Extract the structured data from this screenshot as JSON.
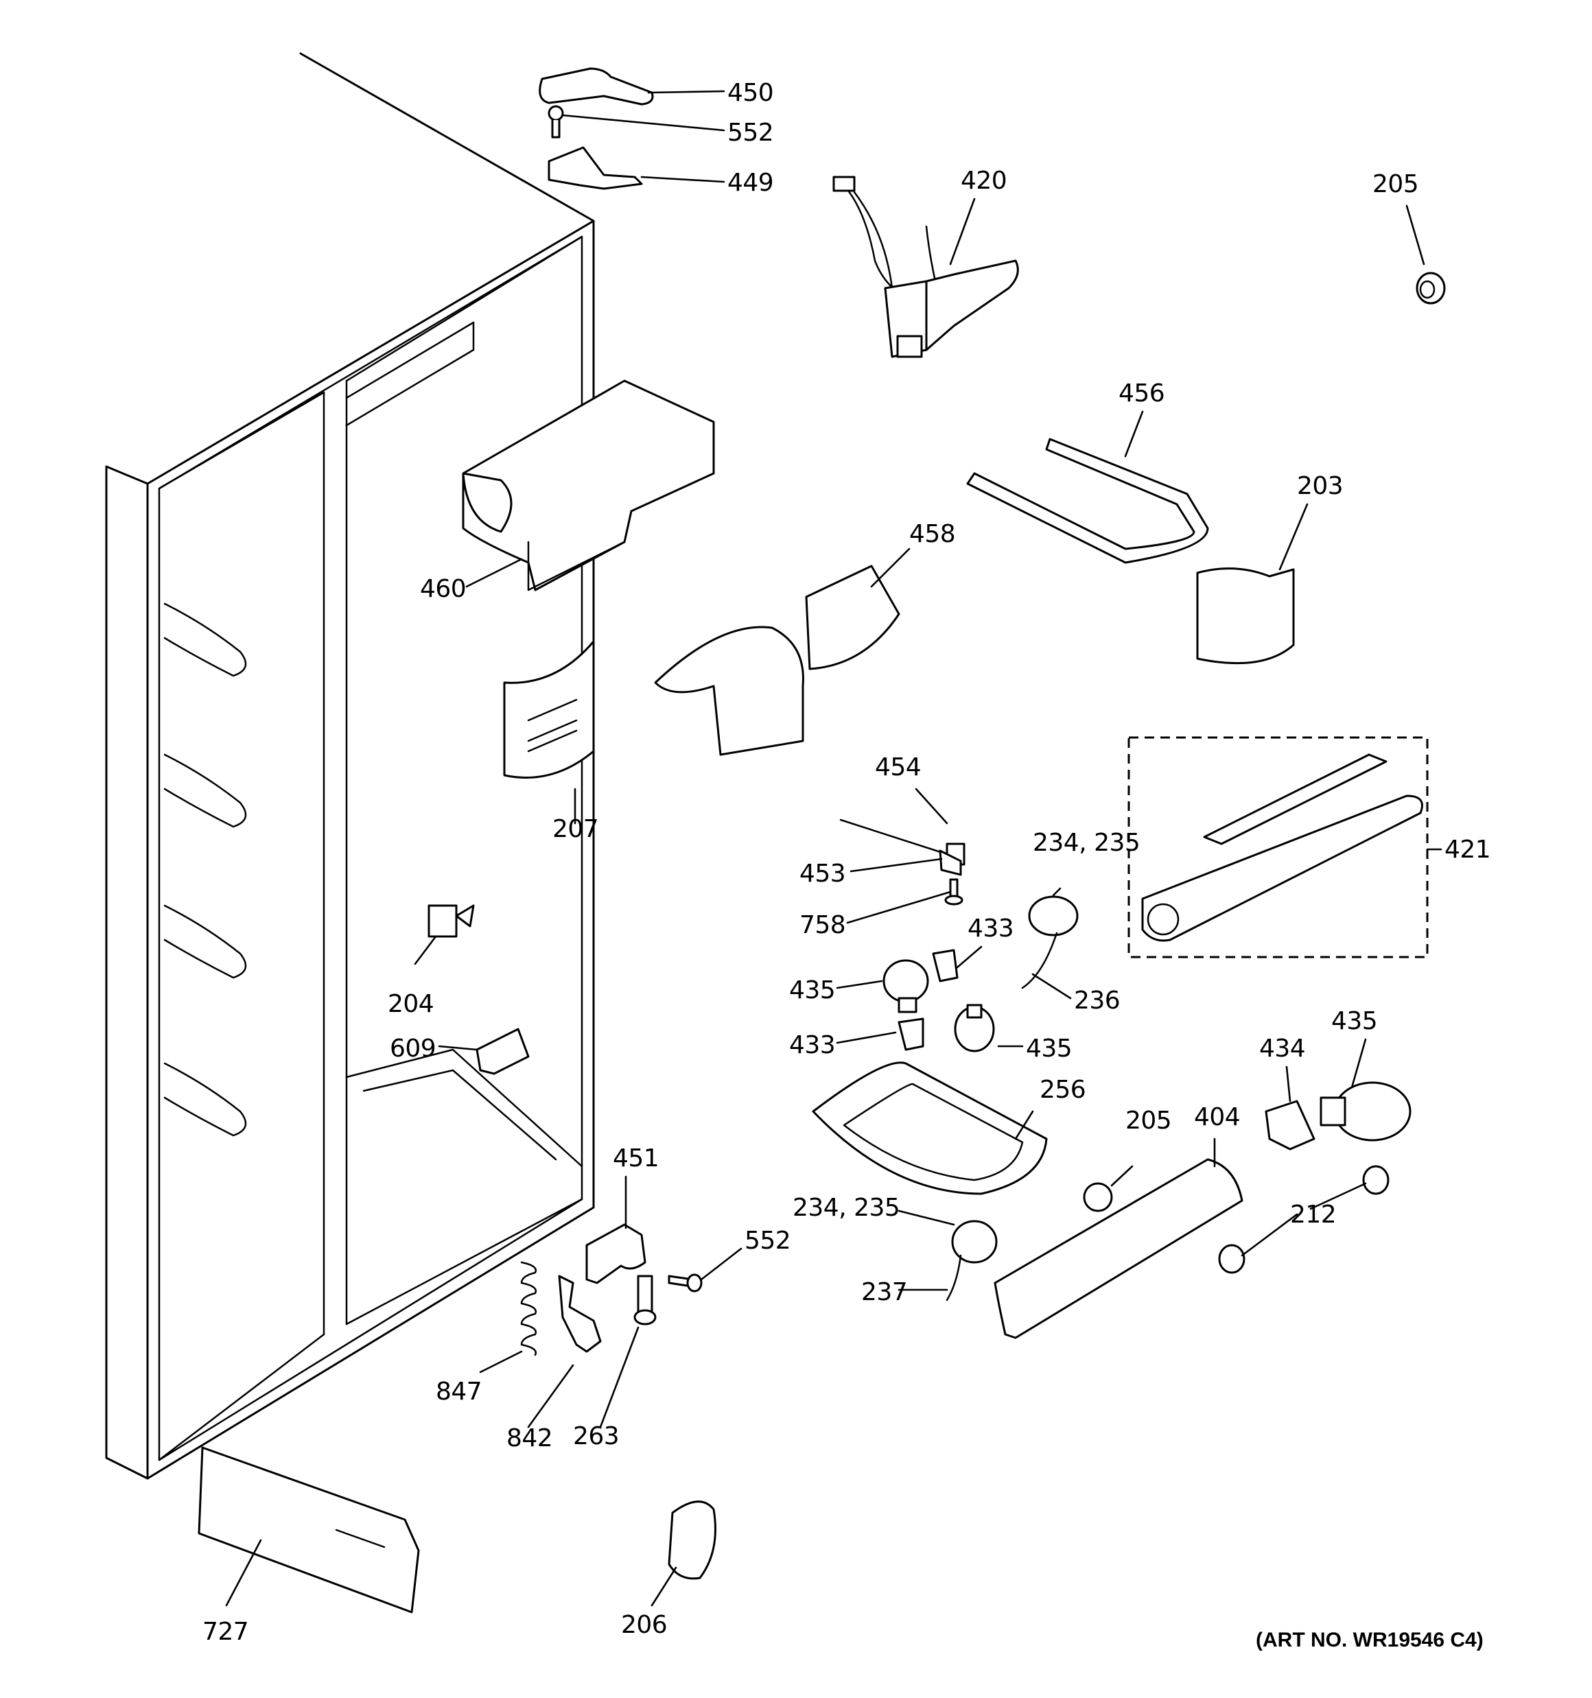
{
  "callouts": {
    "c450": "450",
    "c552a": "552",
    "c449": "449",
    "c420": "420",
    "c205a": "205",
    "c456": "456",
    "c203": "203",
    "c460": "460",
    "c458": "458",
    "c207": "207",
    "c454": "454",
    "c453": "453",
    "c758": "758",
    "c234a": "234, 235",
    "c421": "421",
    "c433a": "433",
    "c236": "236",
    "c435a": "435",
    "c433b": "433",
    "c435b": "435",
    "c204": "204",
    "c609": "609",
    "c256": "256",
    "c435c": "435",
    "c434": "434",
    "c404": "404",
    "c205b": "205",
    "c451": "451",
    "c552b": "552",
    "c234b": "234, 235",
    "c212": "212",
    "c237": "237",
    "c847": "847",
    "c842": "842",
    "c263": "263",
    "c727": "727",
    "c206": "206"
  },
  "art_number": "(ART NO. WR19546 C4)"
}
